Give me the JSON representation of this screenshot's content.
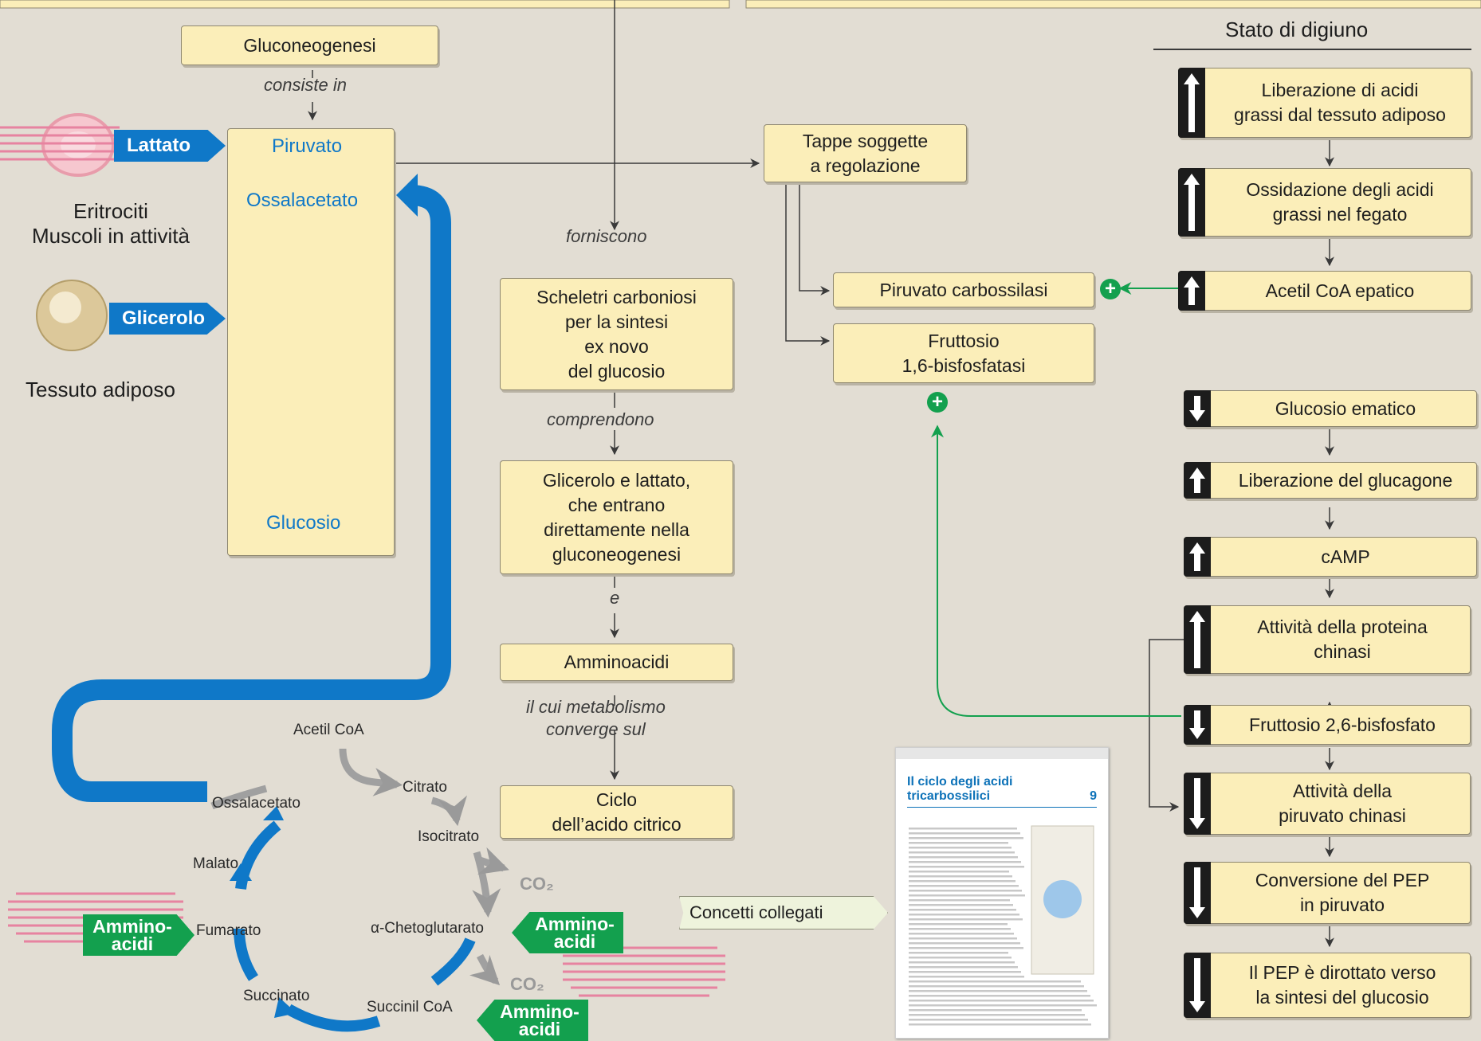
{
  "colors": {
    "box_fill": "#fbeeb9",
    "blue": "#0f78c8",
    "green": "#13a04e",
    "background": "#e2ddd3"
  },
  "gluconeogenesis": {
    "title": "Gluconeogenesi",
    "consists_label": "consiste in",
    "pathway": {
      "start": "Piruvato",
      "second": "Ossalacetato",
      "end": "Glucosio"
    }
  },
  "sources": {
    "lactate": "Lattato",
    "lactate_origin": "Eritrociti\nMuscoli in attività",
    "glycerol": "Glicerolo",
    "glycerol_origin": "Tessuto adiposo"
  },
  "middle": {
    "provide_label": "forniscono",
    "skeletons": "Scheletri carboniosi\nper la sintesi\nex novo\ndel glucosio",
    "include_label": "comprendono",
    "glycerol_lactate": "Glicerolo e lattato,\nche entrano\ndirettamente nella\ngluconeogenesi",
    "and_label": "e",
    "amino_acids": "Amminoacidi",
    "converge_label": "il cui metabolismo\nconverge sul",
    "citric_cycle": "Ciclo\ndell’acido citrico"
  },
  "regulation": {
    "regulated_steps": "Tappe soggette\na regolazione",
    "pyruvate_carboxylase": "Piruvato carbossilasi",
    "fbpase": "Fruttosio\n1,6-bisfosfatasi",
    "plus_symbol": "+"
  },
  "fasting": {
    "header": "Stato di digiuno",
    "steps": [
      {
        "text": "Liberazione di acidi\ngrassi dal tessuto adiposo",
        "direction": "up"
      },
      {
        "text": "Ossidazione degli acidi\ngrassi nel fegato",
        "direction": "up"
      },
      {
        "text": "Acetil CoA epatico",
        "direction": "up"
      },
      {
        "text": "Glucosio ematico",
        "direction": "down"
      },
      {
        "text": "Liberazione del glucagone",
        "direction": "up"
      },
      {
        "text": "cAMP",
        "direction": "up"
      },
      {
        "text": "Attività della proteina\nchinasi",
        "direction": "up"
      },
      {
        "text": "Fruttosio 2,6-bisfosfato",
        "direction": "down"
      },
      {
        "text": "Attività della\npiruvato chinasi",
        "direction": "down"
      },
      {
        "text": "Conversione del PEP\nin piruvato",
        "direction": "down"
      },
      {
        "text": "Il PEP è dirottato verso\nla sintesi del glucosio",
        "direction": "down"
      }
    ]
  },
  "tca": {
    "acetyl_coa": "Acetil CoA",
    "citrate": "Citrato",
    "isocitrate": "Isocitrato",
    "co2_1": "CO₂",
    "alpha_kg": "α-Chetoglutarato",
    "co2_2": "CO₂",
    "succinyl_coa": "Succinil CoA",
    "succinate": "Succinato",
    "fumarate": "Fumarato",
    "malate": "Malato",
    "oxaloacetate": "Ossalacetato",
    "aa_fumarate": "Ammino-\nacidi",
    "aa_akg": "Ammino-\nacidi",
    "aa_succinyl": "Ammino-\nacidi"
  },
  "related": {
    "label": "Concetti collegati",
    "book_title": "Il ciclo degli acidi\ntricarbossilici",
    "chapter_number": "9"
  }
}
